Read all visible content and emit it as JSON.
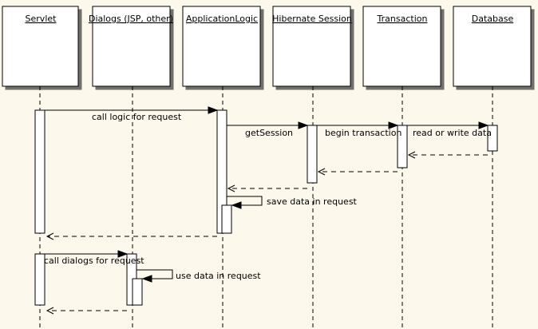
{
  "diagram": {
    "participants": [
      {
        "id": "servlet",
        "label": "Servlet"
      },
      {
        "id": "dialogs",
        "label": "Dialogs (JSP, other)"
      },
      {
        "id": "applogic",
        "label": "ApplicationLogic"
      },
      {
        "id": "hibernate",
        "label": "Hibernate Session"
      },
      {
        "id": "transaction",
        "label": "Transaction"
      },
      {
        "id": "database",
        "label": "Database"
      }
    ],
    "messages": [
      {
        "id": "m1",
        "from": "servlet",
        "to": "applogic",
        "label": "call logic for request",
        "type": "call"
      },
      {
        "id": "m2",
        "from": "applogic",
        "to": "hibernate",
        "label": "getSession",
        "type": "call"
      },
      {
        "id": "m3",
        "from": "hibernate",
        "to": "transaction",
        "label": "begin transaction",
        "type": "call"
      },
      {
        "id": "m4",
        "from": "transaction",
        "to": "database",
        "label": "read or write data",
        "type": "call"
      },
      {
        "id": "m5",
        "from": "database",
        "to": "transaction",
        "label": "",
        "type": "return"
      },
      {
        "id": "m6",
        "from": "transaction",
        "to": "hibernate",
        "label": "",
        "type": "return"
      },
      {
        "id": "m7",
        "from": "hibernate",
        "to": "applogic",
        "label": "",
        "type": "return"
      },
      {
        "id": "m8",
        "from": "applogic",
        "to": "applogic",
        "label": "save data in request",
        "type": "self"
      },
      {
        "id": "m9",
        "from": "applogic",
        "to": "servlet",
        "label": "",
        "type": "return"
      },
      {
        "id": "m10",
        "from": "servlet",
        "to": "dialogs",
        "label": "call dialogs for request",
        "type": "call"
      },
      {
        "id": "m11",
        "from": "dialogs",
        "to": "dialogs",
        "label": "use data in request",
        "type": "self"
      },
      {
        "id": "m12",
        "from": "dialogs",
        "to": "servlet",
        "label": "",
        "type": "return"
      }
    ]
  }
}
